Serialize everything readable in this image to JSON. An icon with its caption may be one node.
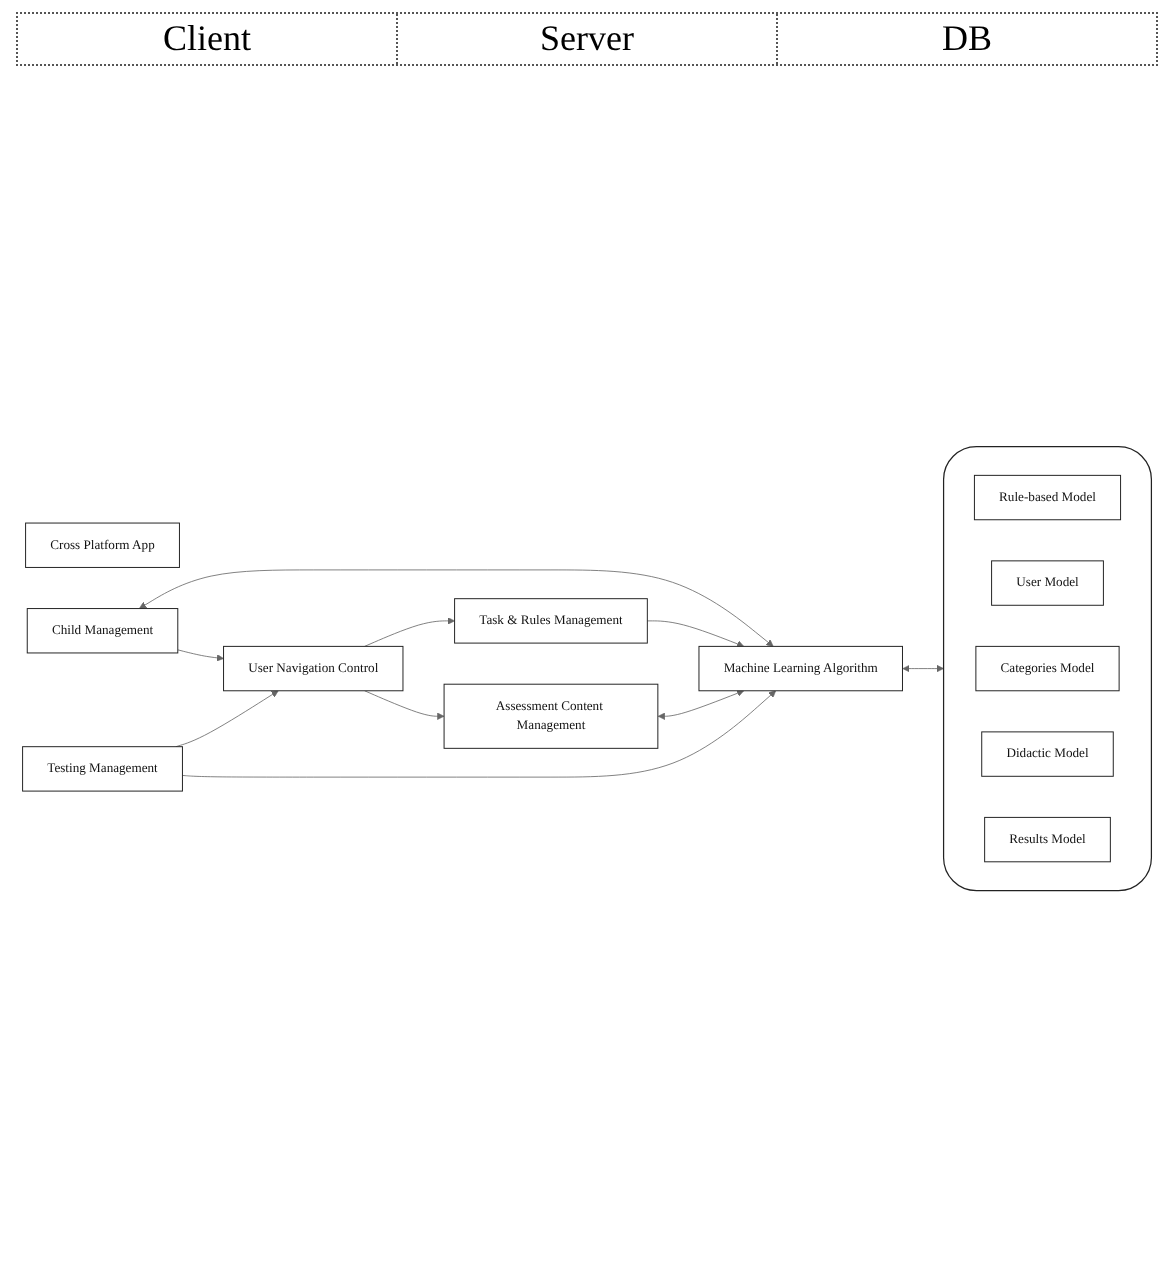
{
  "diagram": {
    "nodes": [
      {
        "text": [
          "Cross Platform App"
        ]
      },
      {
        "text": [
          "User Navigation Control"
        ]
      },
      {
        "text": [
          "Child Management"
        ]
      },
      {
        "text": [
          "Task & Rules Management"
        ]
      },
      {
        "text": [
          "Assessment Content Management"
        ]
      },
      {
        "text": [
          "Testing Management"
        ]
      },
      {
        "text": [
          "Machine Learning Algorithm"
        ]
      },
      {
        "text": [],
        "shape": "cylinder"
      },
      {
        "text": [
          "Rule-based Model"
        ],
        "in": 7
      },
      {
        "text": [
          "User Model"
        ],
        "in": 7
      },
      {
        "text": [
          "Categories Model"
        ],
        "in": 7
      },
      {
        "text": [
          "Didactic Model"
        ],
        "in": 7
      },
      {
        "text": [
          "Results Model"
        ],
        "in": 7
      }
    ],
    "edges": [
      {
        "from": 2,
        "to": 1,
        "arrow": "to"
      },
      {
        "from": 2,
        "to": 6,
        "arrow": "both"
      },
      {
        "from": 1,
        "to": 3,
        "arrow": "to"
      },
      {
        "from": 3,
        "to": 6,
        "arrow": "to"
      },
      {
        "from": 1,
        "to": 4,
        "arrow": "to"
      },
      {
        "from": 4,
        "to": 6,
        "arrow": "both"
      },
      {
        "from": 5,
        "to": 1,
        "arrow": "to"
      },
      {
        "from": 5,
        "to": 6,
        "arrow": "to"
      },
      {
        "from": 6,
        "to": 7,
        "arrow": "both"
      }
    ],
    "labels": [
      "Client",
      "Server",
      "DB"
    ]
  }
}
